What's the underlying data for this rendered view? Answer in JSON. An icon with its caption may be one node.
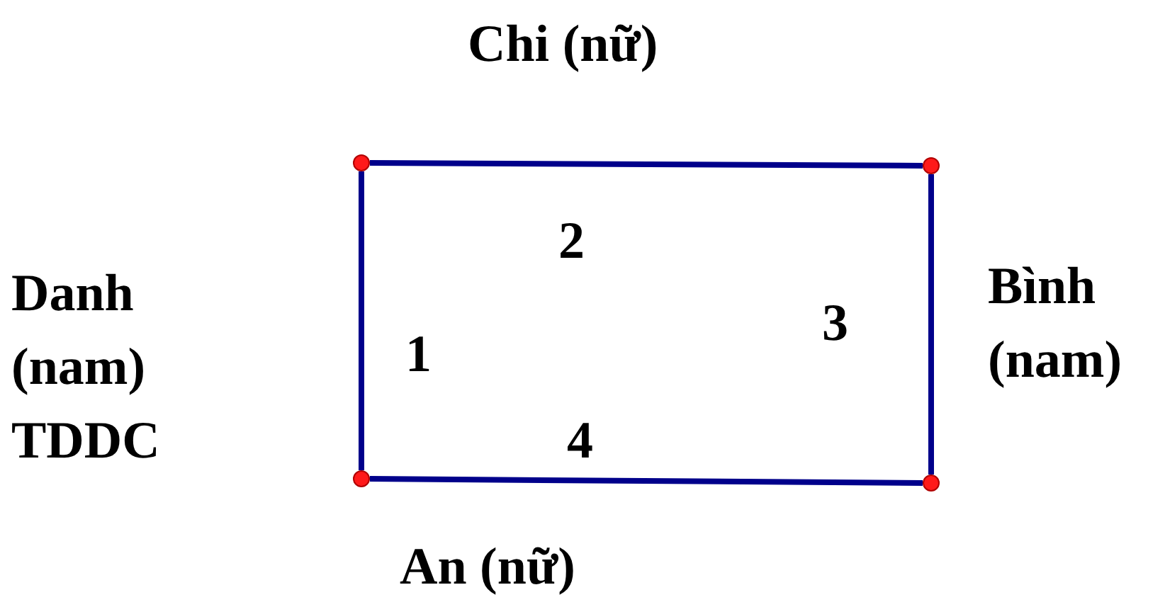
{
  "diagram": {
    "nodes": [
      {
        "text": [],
        "shape": "circle"
      },
      {
        "text": [],
        "shape": "circle"
      },
      {
        "text": [],
        "shape": "circle"
      },
      {
        "text": [],
        "shape": "circle"
      }
    ],
    "edges": [
      {
        "from": 0,
        "to": 1,
        "arrow": "none"
      },
      {
        "from": 1,
        "to": 3,
        "arrow": "none"
      },
      {
        "from": 2,
        "to": 3,
        "arrow": "none"
      },
      {
        "from": 0,
        "to": 2,
        "arrow": "none"
      }
    ],
    "labels": [
      "Chi (nữ)",
      "2",
      "Bình (nam)",
      "Danh (nam) TDDC",
      "3",
      "1",
      "4",
      "An (nữ)"
    ]
  }
}
